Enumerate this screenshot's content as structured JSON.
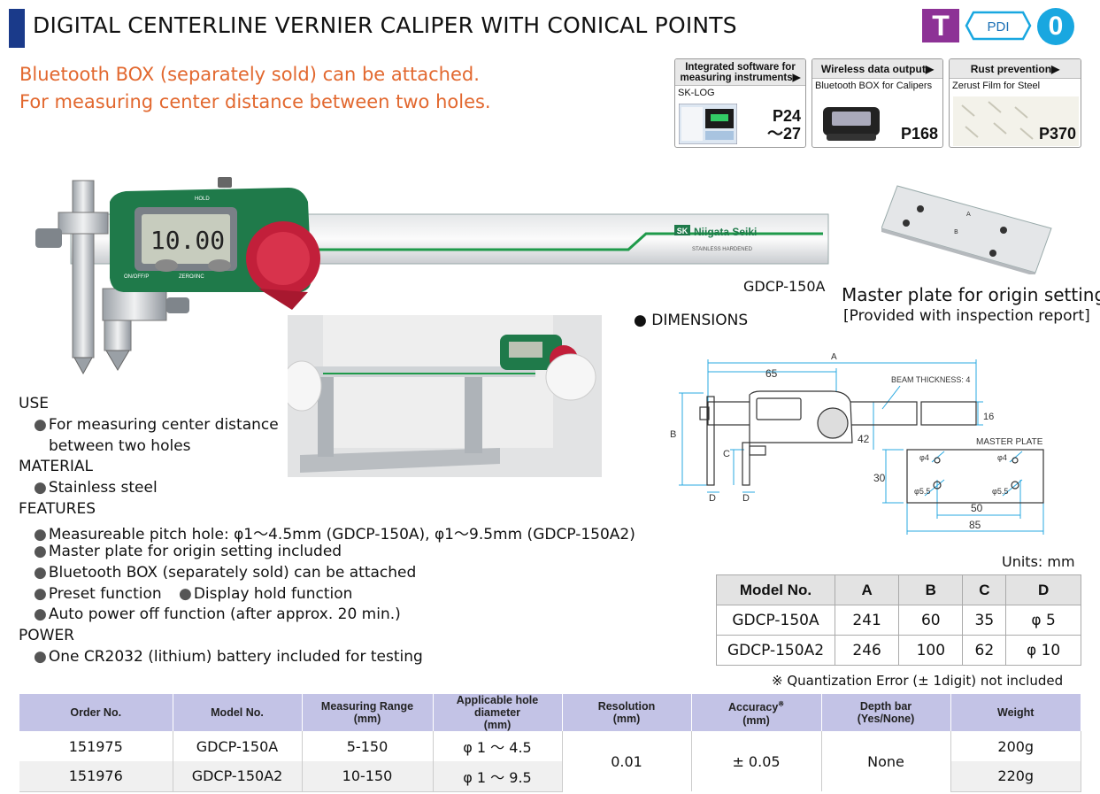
{
  "header": {
    "title": "DIGITAL CENTERLINE VERNIER CALIPER WITH CONICAL POINTS",
    "badge_t": "T",
    "badge_pdi": "PDI",
    "badge_o": "0"
  },
  "subtitle": {
    "line1": "Bluetooth BOX (separately sold) can be attached.",
    "line2": "For measuring center distance between two holes."
  },
  "refs": [
    {
      "head_l1": "Integrated software for",
      "head_l2": "measuring instruments▶",
      "sub": "SK-LOG",
      "page_l1": "P24",
      "page_l2": "～27"
    },
    {
      "head": "Wireless data output▶",
      "sub": "Bluetooth BOX for Calipers",
      "page": "P168"
    },
    {
      "head": "Rust prevention▶",
      "sub": "Zerust Film for Steel",
      "page": "P370"
    }
  ],
  "product": {
    "model_label": "GDCP-150A",
    "display": "10.00",
    "brand": "Niigata Seiki",
    "brand_mark": "SK",
    "jaw_text": "STAINLESS HARDENED",
    "hold": "HOLD",
    "on_off": "ON/OFF/P",
    "zero": "ZERO/INC"
  },
  "master_plate": {
    "l1": "Master plate for origin setting",
    "l2": "[Provided with inspection report]",
    "plate_a": "A",
    "plate_b": "B"
  },
  "dimensions": {
    "heading": "DIMENSIONS",
    "a": "A",
    "b": "B",
    "c": "C",
    "d": "D",
    "v65": "65",
    "v16": "16",
    "v42": "42",
    "v30": "30",
    "v50": "50",
    "v85": "85",
    "beam": "BEAM THICKNESS: 4",
    "master": "MASTER PLATE",
    "phi4": "φ4",
    "phi55": "φ5.5"
  },
  "sections": [
    {
      "head": "USE",
      "items": [
        "For measuring center distance",
        "between two holes"
      ]
    },
    {
      "head": "MATERIAL",
      "items": [
        "Stainless steel"
      ]
    },
    {
      "head": "FEATURES",
      "items": [
        "Measureable pitch hole: φ1～4.5mm (GDCP-150A), φ1～9.5mm (GDCP-150A2)",
        "Master plate for origin setting included",
        "Bluetooth BOX (separately sold) can be attached",
        "Preset function",
        "Display hold function",
        "Auto power off function (after approx. 20 min.)"
      ]
    },
    {
      "head": "POWER",
      "items": [
        "One CR2032 (lithium) battery included for testing"
      ]
    }
  ],
  "dim_table": {
    "units": "Units: mm",
    "headers": [
      "Model No.",
      "A",
      "B",
      "C",
      "D"
    ],
    "rows": [
      [
        "GDCP-150A",
        "241",
        "60",
        "35",
        "φ 5"
      ],
      [
        "GDCP-150A2",
        "246",
        "100",
        "62",
        "φ 10"
      ]
    ]
  },
  "quant_note": "※ Quantization Error (± 1digit) not included",
  "spec_table": {
    "headers": [
      [
        "Order No.",
        ""
      ],
      [
        "Model No.",
        ""
      ],
      [
        "Measuring Range",
        "(mm)"
      ],
      [
        "Applicable hole diameter",
        "(mm)"
      ],
      [
        "Resolution",
        "(mm)"
      ],
      [
        "Accuracy",
        "(mm)"
      ],
      [
        "Depth bar",
        "(Yes/None)"
      ],
      [
        "Weight",
        ""
      ]
    ],
    "accuracy_mark": "※",
    "rows": [
      [
        "151975",
        "GDCP-150A",
        "5-150",
        "φ 1 ～ 4.5",
        "200g"
      ],
      [
        "151976",
        "GDCP-150A2",
        "10-150",
        "φ 1 ～ 9.5",
        "220g"
      ]
    ],
    "resolution": "0.01",
    "accuracy": "± 0.05",
    "depth": "None"
  },
  "colors": {
    "accent": "#e2682f",
    "title_bar": "#1a3a8a",
    "header_bg": "#c3c3e6",
    "caliper_green": "#1f7a4a",
    "knob_red": "#c21f3a"
  }
}
